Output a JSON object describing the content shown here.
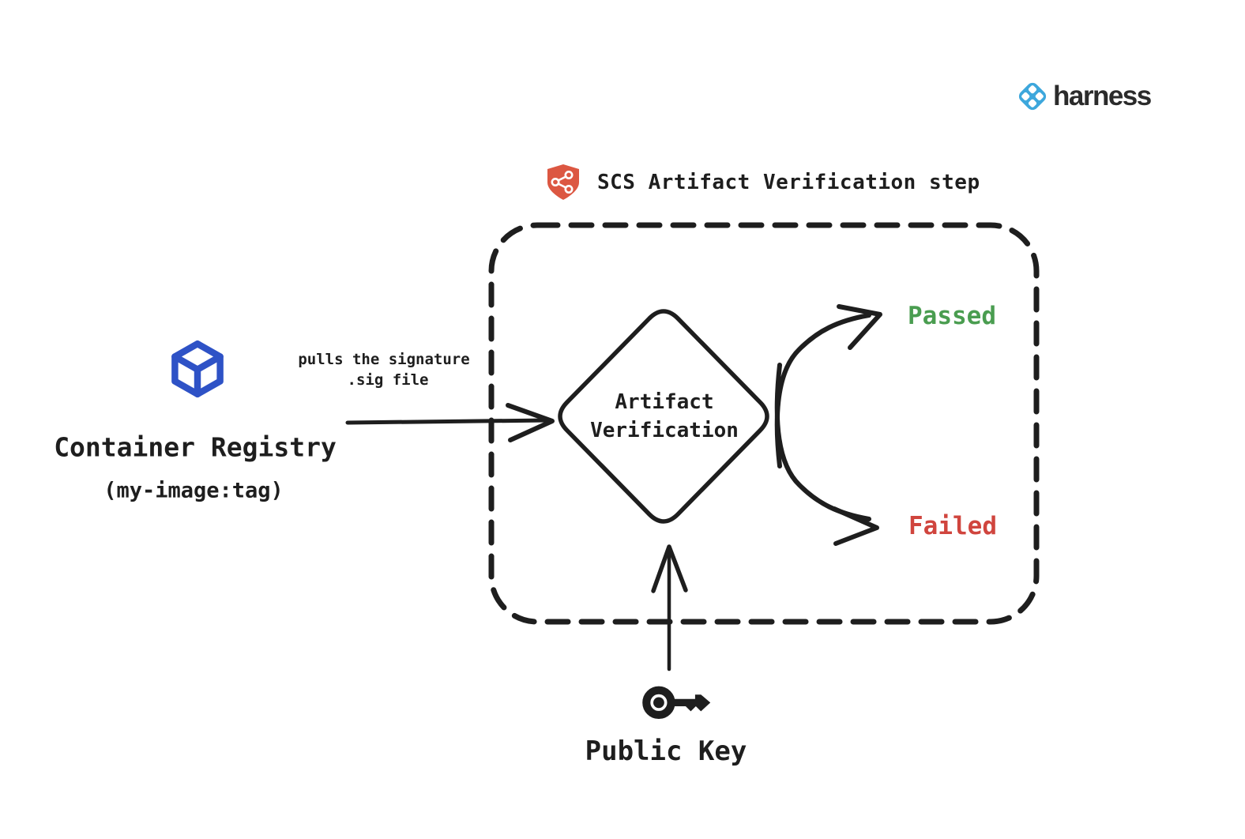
{
  "logo": {
    "brand": "harness",
    "icon_color": "#3da7dc"
  },
  "header": {
    "title": "SCS Artifact Verification step",
    "shield_color": "#dc5742"
  },
  "source": {
    "title": "Container Registry",
    "subtitle": "(my-image:tag)",
    "cube_color": "#2e52c6"
  },
  "flow": {
    "edge_label_line1": "pulls the signature",
    "edge_label_line2": ".sig file",
    "decision_line1": "Artifact",
    "decision_line2": "Verification",
    "outcome_passed": "Passed",
    "outcome_failed": "Failed",
    "passed_color": "#4a9d50",
    "failed_color": "#d0453e",
    "stroke_color": "#1e1e1e"
  },
  "input": {
    "label": "Public Key"
  }
}
